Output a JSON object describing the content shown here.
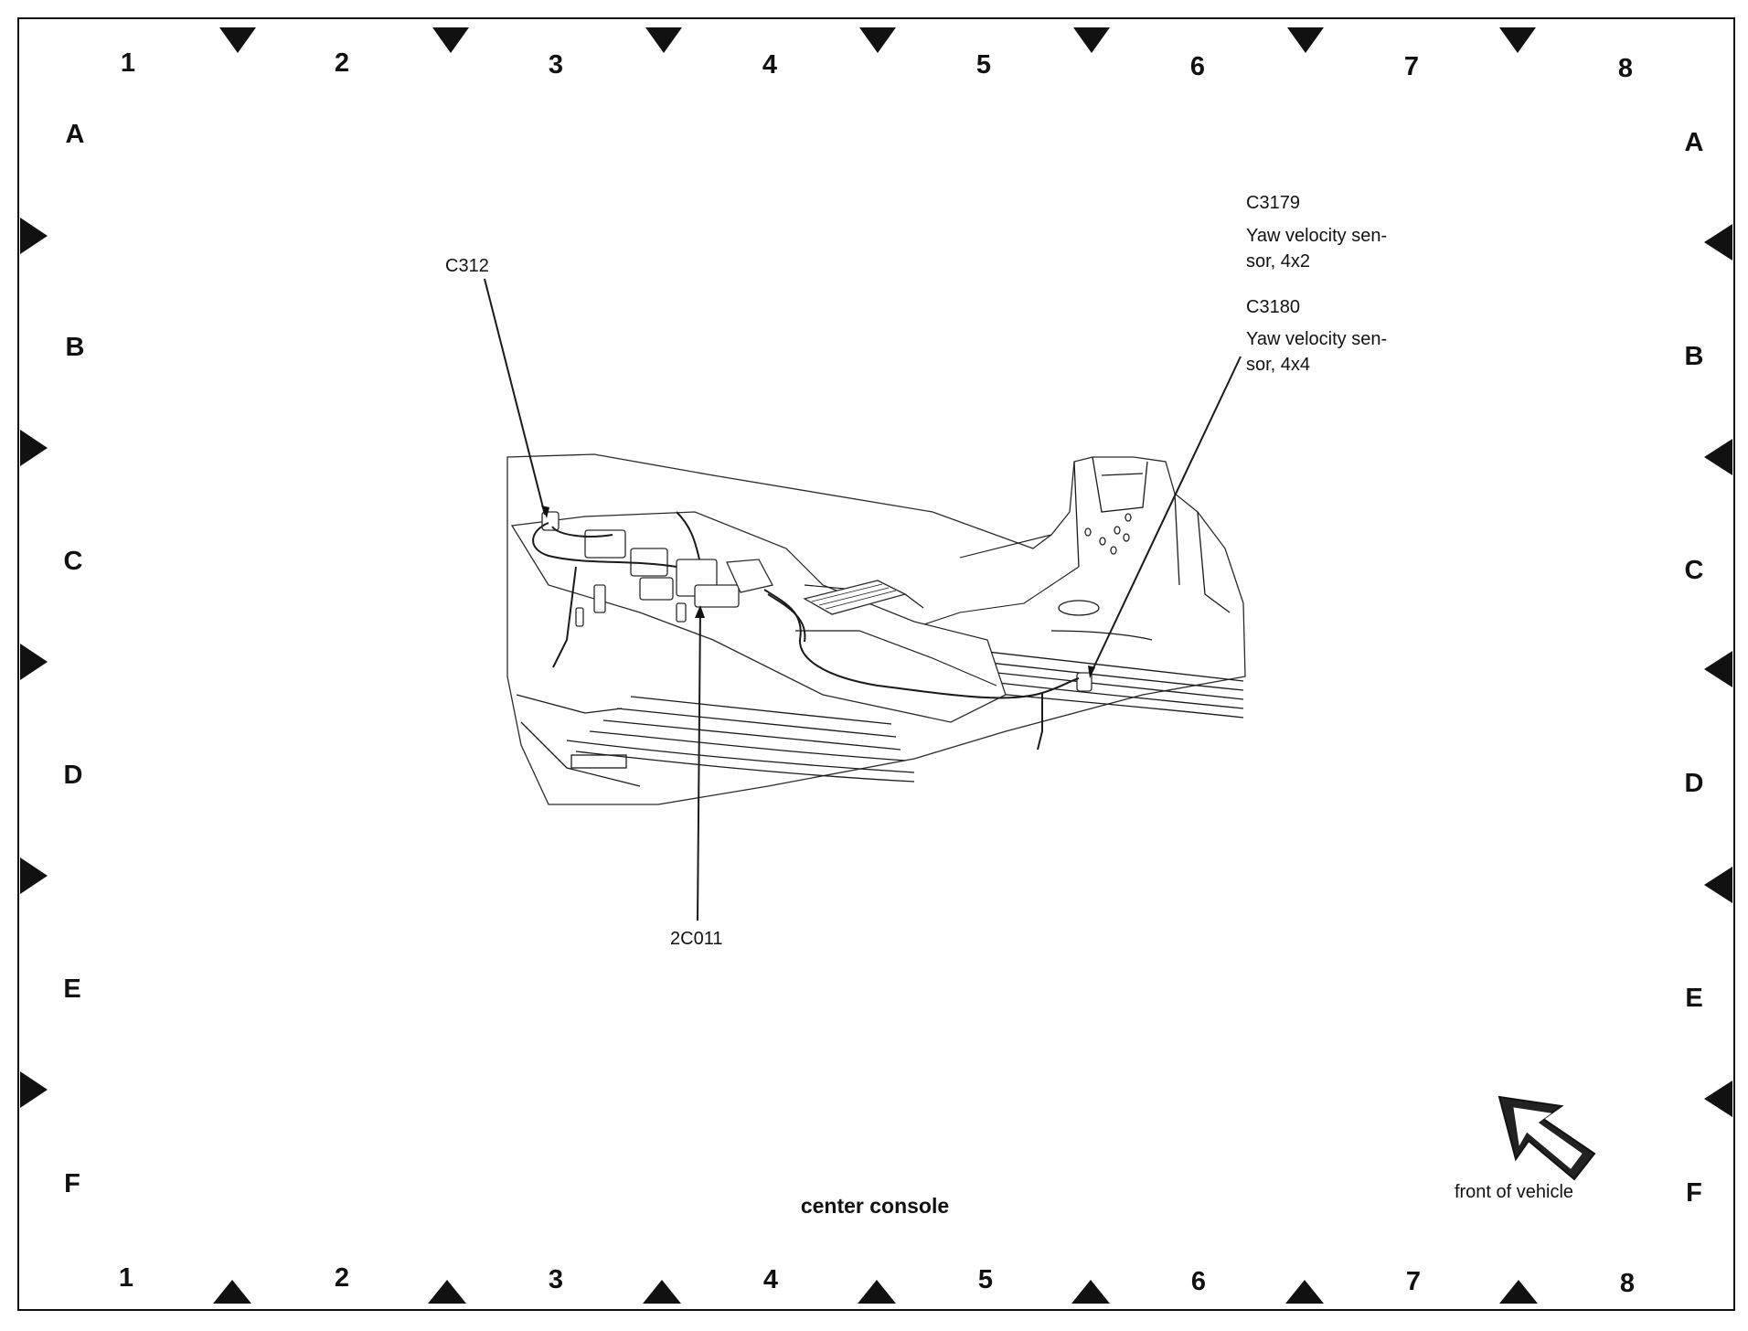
{
  "grid": {
    "columns": [
      "1",
      "2",
      "3",
      "4",
      "5",
      "6",
      "7",
      "8"
    ],
    "rows": [
      "A",
      "B",
      "C",
      "D",
      "E",
      "F"
    ]
  },
  "callouts": {
    "c312": "C312",
    "c3179_id": "C3179",
    "c3179_desc_1": "Yaw velocity sen-",
    "c3179_desc_2": "sor, 4x2",
    "c3180_id": "C3180",
    "c3180_desc_1": "Yaw velocity sen-",
    "c3180_desc_2": "sor, 4x4",
    "c2c011": "2C011"
  },
  "caption": "center console",
  "orientation": {
    "label": "front of vehicle",
    "icon": "front-arrow-icon"
  },
  "colors": {
    "ink": "#111111",
    "background": "#ffffff"
  }
}
